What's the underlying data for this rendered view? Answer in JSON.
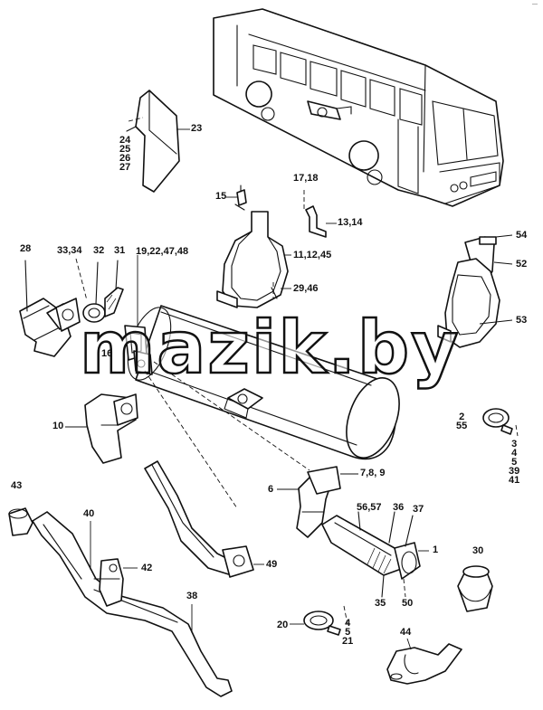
{
  "watermark": "mazik.by",
  "corner_mark": "—",
  "callouts": {
    "c23": "23",
    "c24_27": [
      "24",
      "25",
      "26",
      "27"
    ],
    "c15": "15",
    "c17_18": "17,18",
    "c13_14": "13,14",
    "c54": "54",
    "c52": "52",
    "c53": "53",
    "c28": "28",
    "c33_34": "33,34",
    "c32": "32",
    "c31": "31",
    "c19_48": "19,22,47,48",
    "c11_45": "11,12,45",
    "c29_46": "29,46",
    "c16": "16",
    "c10": "10",
    "c2_55": [
      "2",
      "55"
    ],
    "c3_41": [
      "3",
      "4",
      "5",
      "39",
      "41"
    ],
    "c7_9": "7,8, 9",
    "c6": "6",
    "c43": "43",
    "c40": "40",
    "c42": "42",
    "c49": "49",
    "c56_57": "56,57",
    "c36": "36",
    "c37": "37",
    "c1": "1",
    "c30": "30",
    "c38": "38",
    "c35": "35",
    "c50": "50",
    "c20": "20",
    "c4_21": [
      "4",
      "5",
      "21"
    ],
    "c44": "44"
  }
}
